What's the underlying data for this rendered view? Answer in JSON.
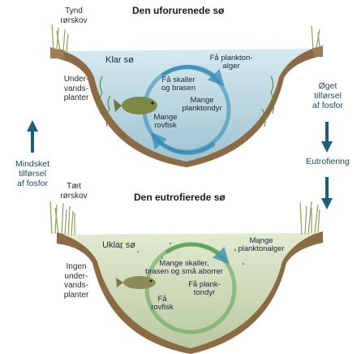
{
  "top": {
    "title": "Den uforurenede sø",
    "label_reeds": [
      "Tynd",
      "rørskov"
    ],
    "label_plants": [
      "Under-",
      "vands-",
      "planter"
    ],
    "label_water": "Klar sø",
    "label_algae": [
      "Få plankton-",
      "alger"
    ],
    "label_fish": [
      "Få skaller",
      "og brasen"
    ],
    "label_zoo": [
      "Mange",
      "planktondyr"
    ],
    "label_pike": [
      "Mange",
      "rovfisk"
    ]
  },
  "bottom": {
    "title": "Den eutrofierede sø",
    "label_reeds": [
      "Tæt",
      "rørskov"
    ],
    "label_plants": [
      "Ingen",
      "under-",
      "vands-",
      "planter"
    ],
    "label_water": "Uklar sø",
    "label_algae": [
      "Mange",
      "planktonalger"
    ],
    "label_fish": [
      "Mange skaller,",
      "brasen og små aborrer"
    ],
    "label_zoo": [
      "Få plank-",
      "tondyr"
    ],
    "label_pike": [
      "Få",
      "rovfisk"
    ]
  },
  "side": {
    "left": [
      "Mindsket",
      "tilførsel",
      "af fosfor"
    ],
    "right_top": [
      "Øget",
      "tilførsel",
      "af fosfor"
    ],
    "right_bottom": "Eutrofiering"
  },
  "colors": {
    "arrow": "#1d5f7a",
    "water_clear": "#bcd9e4",
    "water_murky": "#cfdcb8",
    "soil": "#8c6a44",
    "reed": "#8aa15a",
    "cycle": "#2f86b4"
  }
}
